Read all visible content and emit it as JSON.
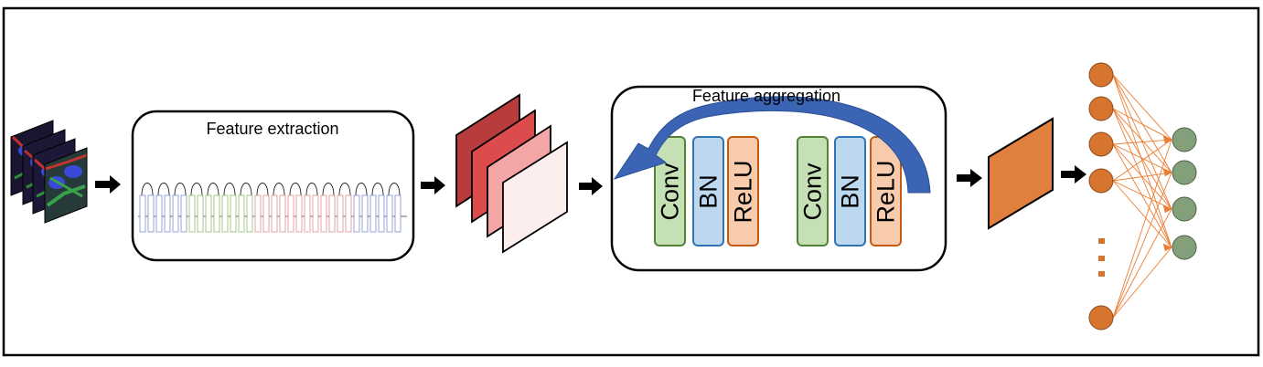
{
  "stages": {
    "feature_extraction": {
      "title": "Feature extraction"
    },
    "feature_aggregation": {
      "title": "Feature aggregation",
      "blocks": [
        {
          "label": "Conv",
          "fill": "#c5e0b4",
          "stroke": "#538135"
        },
        {
          "label": "BN",
          "fill": "#bdd7ee",
          "stroke": "#2e75b6"
        },
        {
          "label": "ReLU",
          "fill": "#f8cbad",
          "stroke": "#c55a11"
        },
        {
          "label": "Conv",
          "fill": "#c5e0b4",
          "stroke": "#538135"
        },
        {
          "label": "BN",
          "fill": "#bdd7ee",
          "stroke": "#2e75b6"
        },
        {
          "label": "ReLU",
          "fill": "#f8cbad",
          "stroke": "#c55a11"
        }
      ]
    }
  },
  "colors": {
    "feature_maps": [
      "#b83c3c",
      "#dd4c4c",
      "#f4a6a6",
      "#fdeeee"
    ],
    "pooled_map": "#e07f3e",
    "input_nodes": "#d7742e",
    "output_nodes": "#84a07a",
    "connections": "#ed7d31",
    "skip_arrow": "#3b64b5",
    "arrows": "#000000"
  },
  "network": {
    "input_nodes_shown": 5,
    "output_nodes": 4
  }
}
